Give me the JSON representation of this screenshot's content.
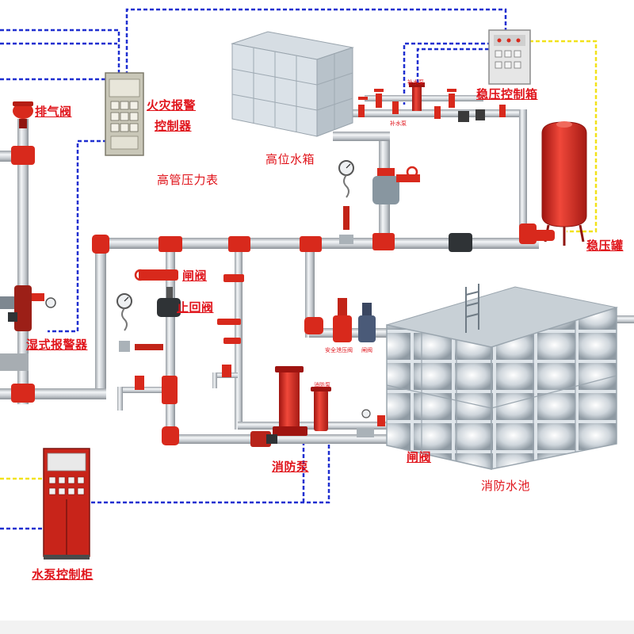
{
  "labels": {
    "exhaust_valve": "排气阀",
    "fire_alarm_controller_1": "火灾报警",
    "fire_alarm_controller_2": "控制器",
    "high_pipe_pressure_gauge": "高管压力表",
    "high_water_tank": "高位水箱",
    "pressure_control_box": "稳压控制箱",
    "pressure_tank": "稳压罐",
    "gate_valve": "闸阀",
    "check_valve": "止回阀",
    "wet_alarm_valve": "湿式报警器",
    "fire_pump": "消防泵",
    "gate_valve_2": "闸阀",
    "fire_pool": "消防水池",
    "pump_control_cabinet": "水泵控制柜",
    "makeup_pump_1": "补水泵",
    "makeup_pump_2": "补水泵",
    "safety_relief_valve": "安全泄压阀",
    "gate_valve_small": "闸阀",
    "fire_pump_small": "消防泵"
  },
  "colors": {
    "label_red": "#e0141b",
    "pipe_grey": "#c8ccd0",
    "fitting_red": "#d8291c",
    "signal_blue": "#1f2fd0",
    "signal_yellow": "#f2e21a"
  },
  "icons": [
    "valve-icon",
    "pump-icon",
    "gauge-icon",
    "tank-icon",
    "cabinet-icon"
  ]
}
